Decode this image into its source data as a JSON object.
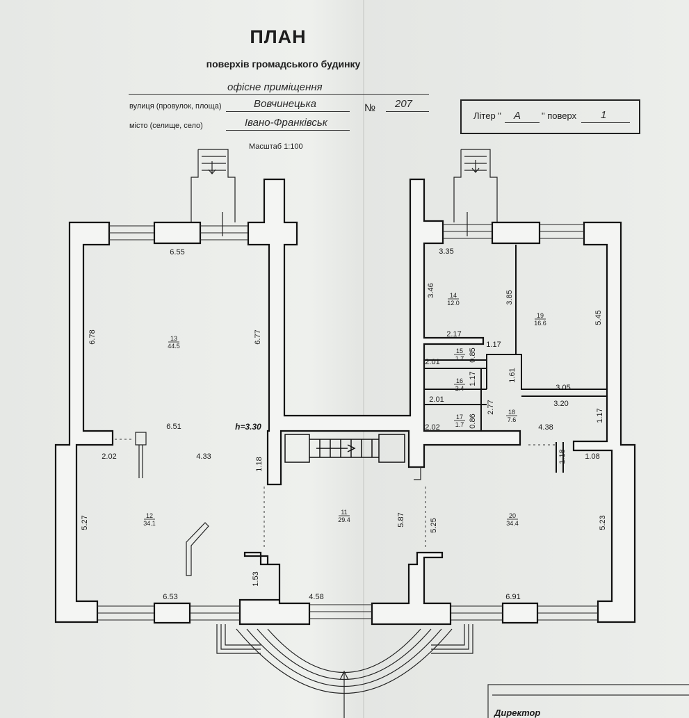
{
  "header": {
    "title": "ПЛАН",
    "subtitle": "поверхів громадського будинку",
    "purpose": "офісне приміщення",
    "street_label": "вулиця (провулок, площа)",
    "street": "Вовчинецька",
    "number_label": "№",
    "number": "207",
    "city_label": "місто (селище, село)",
    "city": "Івано-Франківськ",
    "scale": "Масштаб 1:100"
  },
  "litera": {
    "label": "Літер \"",
    "letter": "А",
    "mid": "\" поверх",
    "floor": "1"
  },
  "footer": {
    "director": "Директор"
  },
  "rooms": [
    {
      "id": "13",
      "area": "44.5"
    },
    {
      "id": "12",
      "area": "34.1"
    },
    {
      "id": "11",
      "area": "29.4"
    },
    {
      "id": "20",
      "area": "34.4"
    },
    {
      "id": "14",
      "area": "12.0"
    },
    {
      "id": "19",
      "area": "16.6"
    },
    {
      "id": "15",
      "area": "1.7"
    },
    {
      "id": "16",
      "area": "2.4"
    },
    {
      "id": "17",
      "area": "1.7"
    },
    {
      "id": "18",
      "area": "7.6"
    }
  ],
  "ceiling_height": "h=3.30",
  "dimensions": [
    "6.55",
    "6.78",
    "6.77",
    "6.51",
    "2.02",
    "4.33",
    "1.18",
    "5.27",
    "6.53",
    "1.53",
    "4.58",
    "5.87",
    "5.25",
    "6.91",
    "5.23",
    "3.35",
    "3.46",
    "3.85",
    "5.45",
    "2.17",
    "1.17",
    "2.01",
    "0.85",
    "1.17",
    "1.61",
    "3.05",
    "2.01",
    "2.77",
    "3.20",
    "2.02",
    "0.86",
    "1.17",
    "4.38",
    "1.18",
    "1.08"
  ]
}
